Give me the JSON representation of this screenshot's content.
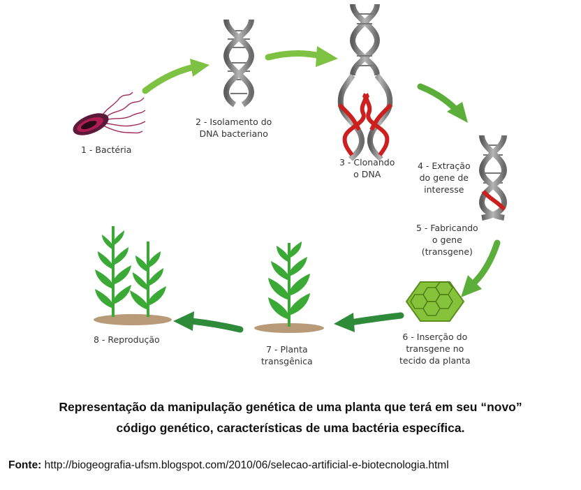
{
  "steps": [
    {
      "id": "bacteria",
      "lines": [
        "1 - Bactéria"
      ]
    },
    {
      "id": "dna-isolation",
      "lines": [
        "2 - Isolamento do",
        "DNA bacteriano"
      ]
    },
    {
      "id": "dna-cloning",
      "lines": [
        "3 - Clonando",
        "o DNA"
      ]
    },
    {
      "id": "gene-extraction",
      "lines": [
        "4 - Extração",
        "do gene de",
        "interesse"
      ]
    },
    {
      "id": "transgene-making",
      "lines": [
        "5 - Fabricando",
        "o gene",
        "(transgene)"
      ]
    },
    {
      "id": "transgene-insertion",
      "lines": [
        "6 - Inserção do",
        "transgene no",
        "tecido da planta"
      ]
    },
    {
      "id": "transgenic-plant",
      "lines": [
        "7 - Planta",
        "transgênica"
      ]
    },
    {
      "id": "reproduction",
      "lines": [
        "8 - Reprodução"
      ]
    }
  ],
  "caption": {
    "line1": "Representação da manipulação genética de uma planta que terá em seu “novo”",
    "line2": "código genético, características de uma bactéria específica."
  },
  "source": {
    "label": "Fonte:",
    "url": "http://biogeografia-ufsm.blogspot.com/2010/06/selecao-artificial-e-biotecnologia.html"
  },
  "colors": {
    "arrow_light": "#7dc242",
    "arrow_dark": "#2e8b3a",
    "dna_strand": "#8a8a8a",
    "gene_red": "#cc1f1f",
    "bacterium": "#5c1a3a",
    "plant_green": "#3aa935",
    "soil": "#b89a78"
  }
}
